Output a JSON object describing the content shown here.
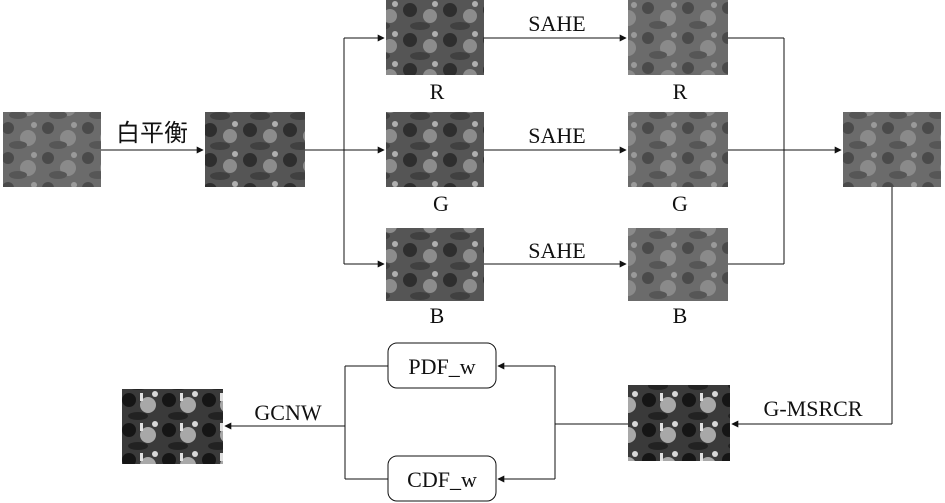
{
  "labels": {
    "white_balance": "白平衡",
    "sahe_r": "SAHE",
    "sahe_g": "SAHE",
    "sahe_b": "SAHE",
    "r_in": "R",
    "g_in": "G",
    "b_in": "B",
    "r_out": "R",
    "g_out": "G",
    "b_out": "B",
    "gmsrcr": "G-MSRCR",
    "gcnw": "GCNW",
    "pdf_w": "PDF_w",
    "cdf_w": "CDF_w"
  }
}
